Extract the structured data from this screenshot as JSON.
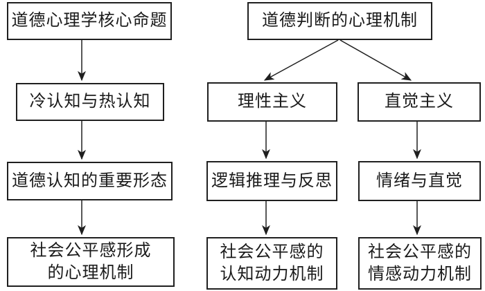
{
  "diagram": {
    "kind": "flowchart",
    "background_color": "#ffffff",
    "line_color": "#1f1f1f",
    "text_color": "#1a1a1a",
    "nodes": {
      "moral_psych_core": {
        "label": "道德心理学核心命题"
      },
      "cold_hot_cognition": {
        "label": "冷认知与热认知"
      },
      "moral_cognition_forms": {
        "label": "道德认知的重要形态"
      },
      "fairness_formation": {
        "label": "社会公平感形成\n的心理机制"
      },
      "moral_judgment_mechanism": {
        "label": "道德判断的心理机制"
      },
      "rationalism": {
        "label": "理性主义"
      },
      "logical_reasoning": {
        "label": "逻辑推理与反思"
      },
      "fairness_cognitive_dynamics": {
        "label": "社会公平感的\n认知动力机制"
      },
      "intuitionism": {
        "label": "直觉主义"
      },
      "emotion_intuition": {
        "label": "情绪与直觉"
      },
      "fairness_affective_dynamics": {
        "label": "社会公平感的\n情感动力机制"
      }
    },
    "edges": [
      {
        "from": "moral_psych_core",
        "to": "cold_hot_cognition"
      },
      {
        "from": "cold_hot_cognition",
        "to": "moral_cognition_forms"
      },
      {
        "from": "moral_cognition_forms",
        "to": "fairness_formation"
      },
      {
        "from": "moral_judgment_mechanism",
        "to": "rationalism"
      },
      {
        "from": "moral_judgment_mechanism",
        "to": "intuitionism"
      },
      {
        "from": "rationalism",
        "to": "logical_reasoning"
      },
      {
        "from": "logical_reasoning",
        "to": "fairness_cognitive_dynamics"
      },
      {
        "from": "intuitionism",
        "to": "emotion_intuition"
      },
      {
        "from": "emotion_intuition",
        "to": "fairness_affective_dynamics"
      }
    ]
  }
}
